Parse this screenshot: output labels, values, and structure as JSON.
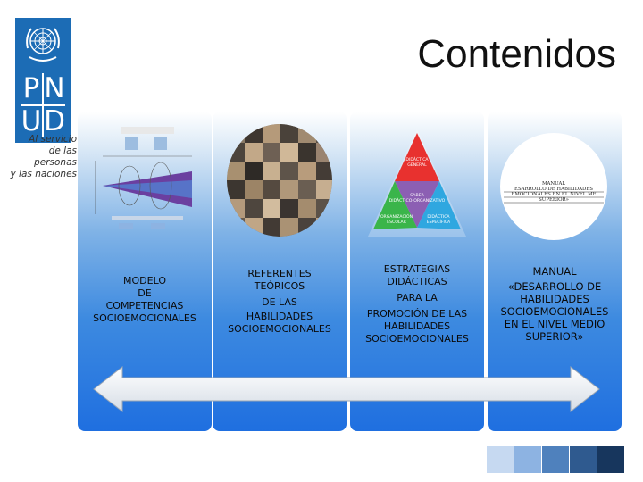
{
  "logo": {
    "letters": [
      "P",
      "N",
      "U",
      "D"
    ],
    "tagline": [
      "Al servicio",
      "de las personas",
      "y las naciones"
    ],
    "color": "#1c6cb5"
  },
  "slide_title": "Contenidos",
  "cards": [
    {
      "lines": [
        "MODELO",
        "DE",
        "COMPETENCIAS",
        "SOCIOEMOCIONALES"
      ],
      "image": "competency-model-diagram"
    },
    {
      "lines": [
        "REFERENTES",
        "TEÓRICOS",
        "DE LAS",
        "HABILIDADES",
        "SOCIOEMOCIONALES"
      ],
      "image": "theorists-portrait-collage"
    },
    {
      "lines": [
        "ESTRATEGIAS",
        "DIDÁCTICAS",
        "PARA LA",
        "PROMOCIÓN DE LAS",
        "HABILIDADES",
        "SOCIOEMOCIONALES"
      ],
      "image": "didactics-triangle",
      "triangle_labels": {
        "top": "DIDÁCTICA GENERAL",
        "center": "SABER DIDÁCTICO-ORGANIZATIVO",
        "left": "ORGANIZACIÓN ESCOLAR",
        "right": "DIDÁCTICA ESPECÍFICA"
      }
    },
    {
      "lines": [
        "MANUAL",
        "«DESARROLLO DE",
        "HABILIDADES",
        "SOCIOEMOCIONALES",
        "EN EL NIVEL MEDIO",
        "SUPERIOR»"
      ],
      "image": "manual-cover",
      "cover_lines": [
        "MANUAL",
        "ESARROLLO DE HABILIDADES",
        "EMOCIONALES EN EL NIVEL ME",
        "SUPERIOR»"
      ]
    }
  ],
  "palette": [
    "#c6d9f1",
    "#8db3e2",
    "#4f81bd",
    "#2f5a8f",
    "#17365d"
  ]
}
